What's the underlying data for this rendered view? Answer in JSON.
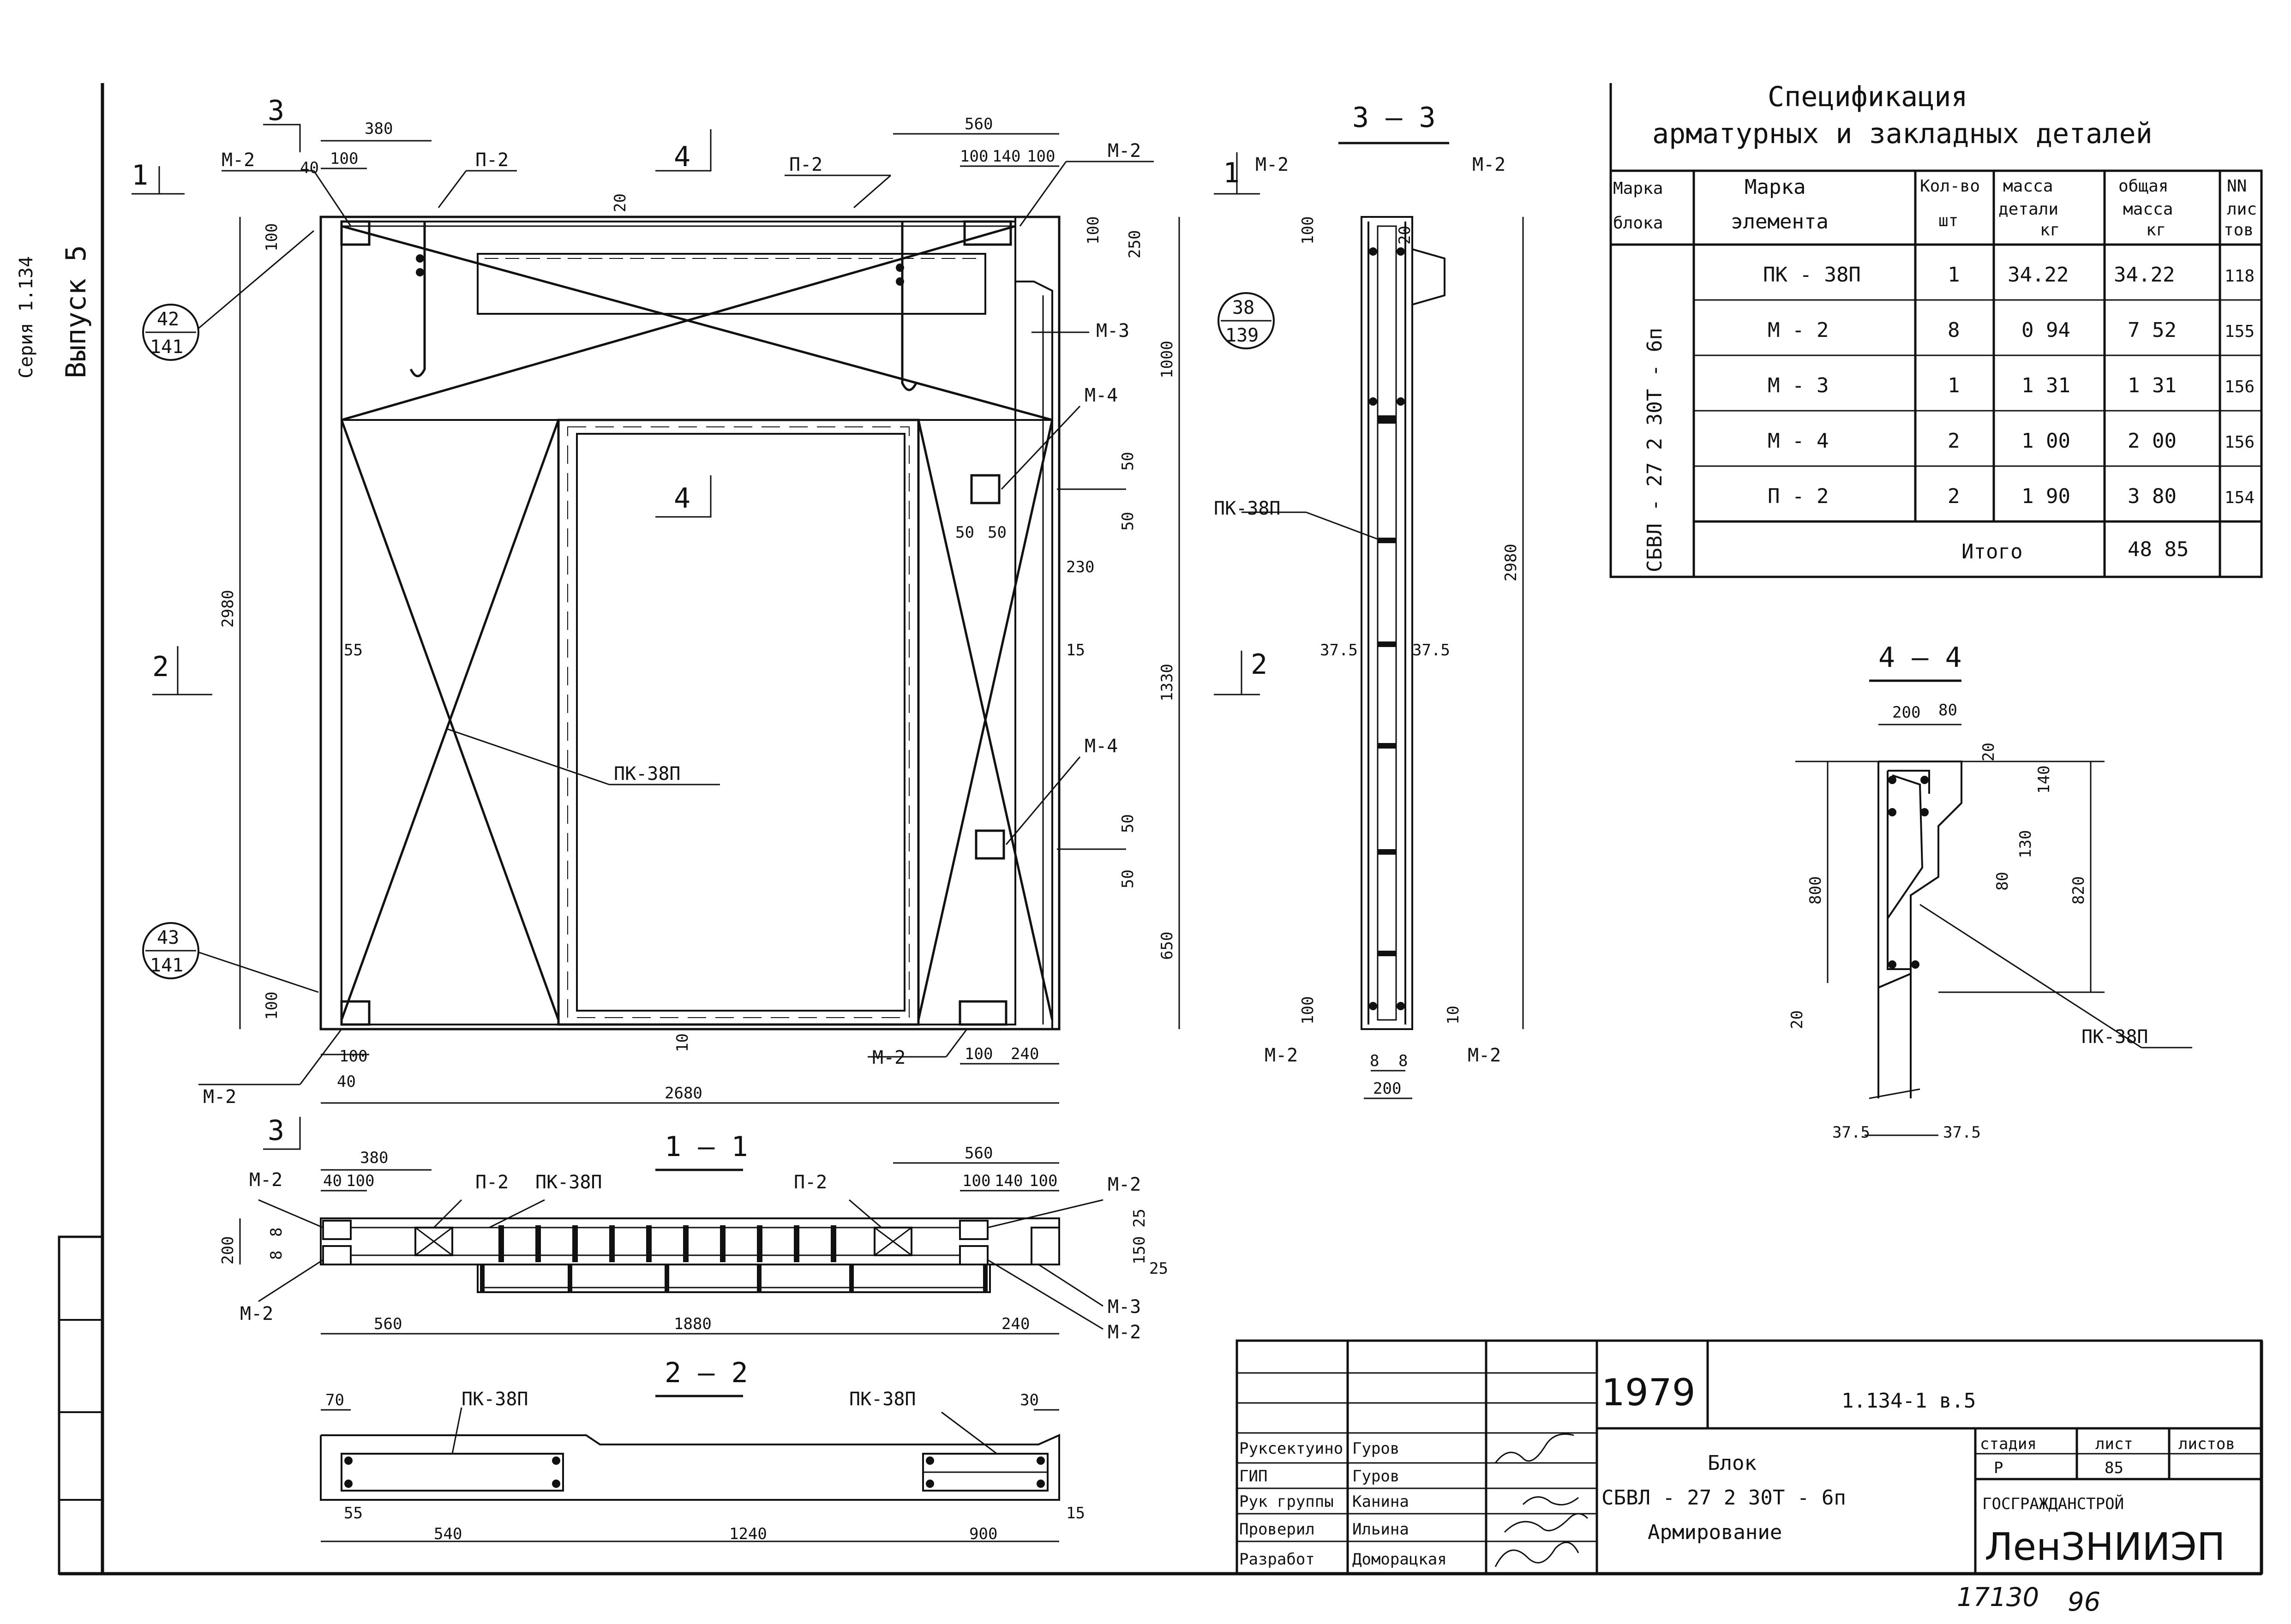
{
  "side": {
    "series": "Серия 1.134",
    "issue": "Выпуск 5"
  },
  "main_view": {
    "section_marks": {
      "s1": "1",
      "s2": "2",
      "s3": "3",
      "s4": "4"
    },
    "element_labels": {
      "m2": "М-2",
      "p2": "П-2",
      "m3": "М-3",
      "m4": "М-4",
      "pk": "ПК-38П"
    },
    "callouts": [
      {
        "num": "42",
        "sheet": "141"
      },
      {
        "num": "38",
        "sheet": "139"
      },
      {
        "num": "43",
        "sheet": "141"
      }
    ],
    "dims": {
      "d380": "380",
      "d560": "560",
      "d40": "40",
      "d100": "100",
      "d140": "140",
      "d20": "20",
      "d250": "250",
      "d1000": "1000",
      "d2980": "2980",
      "d55": "55",
      "d50": "50",
      "d230": "230",
      "d15": "15",
      "d1330": "1330",
      "d650": "650",
      "d10": "10",
      "d240": "240",
      "d2680": "2680"
    }
  },
  "section_3_3": {
    "title": "3 — 3",
    "dims": {
      "d375": "37.5",
      "d8": "8",
      "d200": "200",
      "d2980": "2980",
      "d100": "100",
      "d20": "20",
      "d10": "10"
    }
  },
  "section_1_1": {
    "title": "1 — 1",
    "dims": {
      "d200": "200",
      "d8": "8",
      "d560": "560",
      "d1880": "1880",
      "d240": "240",
      "d380": "380",
      "d40": "40",
      "d100": "100",
      "d140": "140",
      "d25": "25",
      "d150": "150"
    }
  },
  "section_2_2": {
    "title": "2 — 2",
    "dims": {
      "d70": "70",
      "d30": "30",
      "d55": "55",
      "d15": "15",
      "d540": "540",
      "d1240": "1240",
      "d900": "900"
    }
  },
  "section_4_4": {
    "title": "4 — 4",
    "dims": {
      "d200": "200",
      "d80": "80",
      "d20": "20",
      "d140": "140",
      "d130": "130",
      "d800": "800",
      "d820": "820",
      "d375": "37.5"
    }
  },
  "spec": {
    "title1": "Спецификация",
    "title2": "арматурных и закладных деталей",
    "headers": {
      "block": [
        "Марка",
        "блока"
      ],
      "element": [
        "Марка",
        "элемента"
      ],
      "qty": [
        "Кол-во",
        "шт"
      ],
      "mass": [
        "масса",
        "детали",
        "кг"
      ],
      "total_mass": [
        "общая",
        "масса",
        "кг"
      ],
      "sheets": [
        "NN",
        "лис",
        "тов"
      ]
    },
    "block_mark": "СБВЛ - 27 2 30Т - 6п",
    "rows": [
      {
        "element": "ПК - 38П",
        "qty": "1",
        "mass": "34.22",
        "total": "34.22",
        "sheet": "118"
      },
      {
        "element": "М - 2",
        "qty": "8",
        "mass": "0 94",
        "total": "7 52",
        "sheet": "155"
      },
      {
        "element": "М - 3",
        "qty": "1",
        "mass": "1 31",
        "total": "1 31",
        "sheet": "156"
      },
      {
        "element": "М - 4",
        "qty": "2",
        "mass": "1 00",
        "total": "2 00",
        "sheet": "156"
      },
      {
        "element": "П - 2",
        "qty": "2",
        "mass": "1 90",
        "total": "3 80",
        "sheet": "154"
      }
    ],
    "total_label": "Итого",
    "total_value": "48 85"
  },
  "title_block": {
    "year": "1979",
    "doc_code": "1.134-1   в.5",
    "roles": [
      {
        "role": "Руксектуино",
        "name": "Гуров"
      },
      {
        "role": "ГИП",
        "name": "Гуров"
      },
      {
        "role": "Рук группы",
        "name": "Канина"
      },
      {
        "role": "Проверил",
        "name": "Ильина"
      },
      {
        "role": "Разработ",
        "name": "Доморацкая"
      }
    ],
    "item_name": [
      "Блок",
      "СБВЛ - 27 2 30Т - 6п",
      "Армирование"
    ],
    "stage_label": "стадия",
    "sheet_label": "лист",
    "sheets_label": "листов",
    "stage": "Р",
    "sheet": "85",
    "org1": "ГОСГРАЖДАНСТРОЙ",
    "org2": "ЛенЗНИИЭП"
  },
  "footer": {
    "inventory": "17130",
    "sheet_no": "96"
  }
}
